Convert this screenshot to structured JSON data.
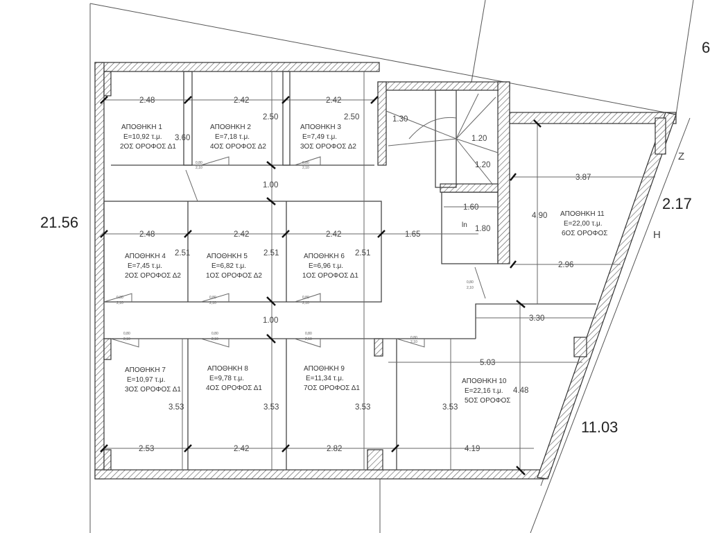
{
  "rooms": [
    {
      "name": "ΑΠΟΘΗΚΗ 1",
      "area": "Ε=10,92 τ.μ.",
      "floor": "2ΟΣ ΟΡΟΦΟΣ Δ1"
    },
    {
      "name": "ΑΠΟΘΗΚΗ 2",
      "area": "Ε=7,18 τ.μ.",
      "floor": "4ΟΣ ΟΡΟΦΟΣ Δ2"
    },
    {
      "name": "ΑΠΟΘΗΚΗ 3",
      "area": "Ε=7,49 τ.μ.",
      "floor": "3ΟΣ ΟΡΟΦΟΣ Δ2"
    },
    {
      "name": "ΑΠΟΘΗΚΗ 4",
      "area": "Ε=7,45 τ.μ.",
      "floor": "2ΟΣ ΟΡΟΦΟΣ Δ2"
    },
    {
      "name": "ΑΠΟΘΗΚΗ 5",
      "area": "Ε=6,82 τ.μ.",
      "floor": "1ΟΣ ΟΡΟΦΟΣ Δ2"
    },
    {
      "name": "ΑΠΟΘΗΚΗ 6",
      "area": "Ε=6,96 τ.μ.",
      "floor": "1ΟΣ ΟΡΟΦΟΣ Δ1"
    },
    {
      "name": "ΑΠΟΘΗΚΗ 7",
      "area": "Ε=10,97 τ.μ.",
      "floor": "3ΟΣ ΟΡΟΦΟΣ Δ1"
    },
    {
      "name": "ΑΠΟΘΗΚΗ 8",
      "area": "Ε=9,78 τ.μ.",
      "floor": "4ΟΣ ΟΡΟΦΟΣ Δ1"
    },
    {
      "name": "ΑΠΟΘΗΚΗ 9",
      "area": "Ε=11,34 τ.μ.",
      "floor": "7ΟΣ ΟΡΟΦΟΣ Δ1"
    },
    {
      "name": "ΑΠΟΘΗΚΗ 10",
      "area": "Ε=22,16 τ.μ.",
      "floor": "5ΟΣ ΟΡΟΦΟΣ"
    },
    {
      "name": "ΑΠΟΘΗΚΗ 11",
      "area": "Ε=22,00 τ.μ.",
      "floor": "6ΟΣ ΟΡΟΦΟΣ"
    }
  ],
  "dimensions": {
    "r1_w": "2.48",
    "r2_w": "2.42",
    "r3_w": "2.42",
    "r2_h": "2.50",
    "r3_h": "2.50",
    "r1_h": "3.60",
    "stair_a": "1.30",
    "stair_b": "1.20",
    "stair_c": "1.20",
    "corridor1": "1.00",
    "lift_w": "1.60",
    "lift_h": "1.80",
    "corr_w": "1.65",
    "r11_w": "3.87",
    "r11_h": "4.90",
    "r11_w2": "2.96",
    "r4_w": "2.48",
    "r5_w": "2.42",
    "r6_w": "2.42",
    "r4_h": "2.51",
    "r5_h": "2.51",
    "r6_h": "2.51",
    "corridor2": "1.00",
    "r10_top": "3.30",
    "r10_w": "5.03",
    "r10_h": "4.48",
    "r10_h2": "3.53",
    "r10_bw": "4.19",
    "r7_h": "3.53",
    "r8_h": "3.53",
    "r9_h": "3.53",
    "r7_w": "2.53",
    "r8_w": "2.42",
    "r9_w": "2.82"
  },
  "plot": {
    "left_side": "21.56",
    "right_upper": "2.17",
    "right_lower": "11.03",
    "corner_z": "Z",
    "corner_h": "H",
    "corner_partial": "6"
  },
  "door": {
    "width": "0,80",
    "height": "2,10"
  },
  "lift_label": "ln"
}
